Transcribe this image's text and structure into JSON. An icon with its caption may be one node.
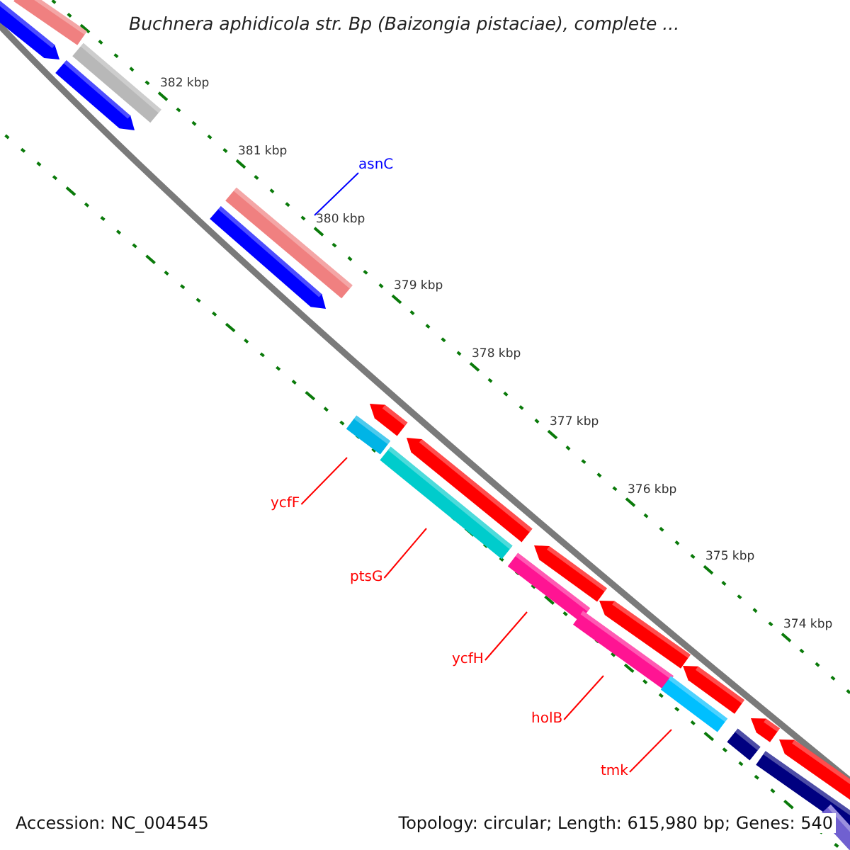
{
  "diagram": {
    "title": "Buchnera aphidicola str. Bp (Baizongia pistaciae), complete ...",
    "nodes": [
      {
        "text": [
          "asnC"
        ]
      },
      {
        "text": [],
        "shape": "bar"
      },
      {
        "text": [
          "ycfF"
        ]
      },
      {
        "text": [],
        "shape": "bar"
      },
      {
        "text": [
          "ptsG"
        ]
      },
      {
        "text": [],
        "shape": "bar"
      },
      {
        "text": [
          "ycfH"
        ]
      },
      {
        "text": [],
        "shape": "bar"
      },
      {
        "text": [
          "holB"
        ]
      },
      {
        "text": [],
        "shape": "bar"
      },
      {
        "text": [
          "tmk"
        ]
      },
      {
        "text": [],
        "shape": "bar"
      }
    ],
    "edges": [
      {
        "from": 0,
        "to": 1,
        "arrow": "none",
        "color": "#0000ff"
      },
      {
        "from": 2,
        "to": 3,
        "arrow": "none"
      },
      {
        "from": 4,
        "to": 5,
        "arrow": "none"
      },
      {
        "from": 6,
        "to": 7,
        "arrow": "none"
      },
      {
        "from": 8,
        "to": 9,
        "arrow": "none"
      },
      {
        "from": 10,
        "to": 11,
        "arrow": "none"
      }
    ],
    "labels": [
      "382 kbp",
      "381 kbp",
      "380 kbp",
      "379 kbp",
      "378 kbp",
      "377 kbp",
      "376 kbp",
      "375 kbp",
      "374 kbp",
      "Accession: NC_004545",
      "Topology: circular; Length: 615,980 bp; Genes: 540"
    ]
  }
}
